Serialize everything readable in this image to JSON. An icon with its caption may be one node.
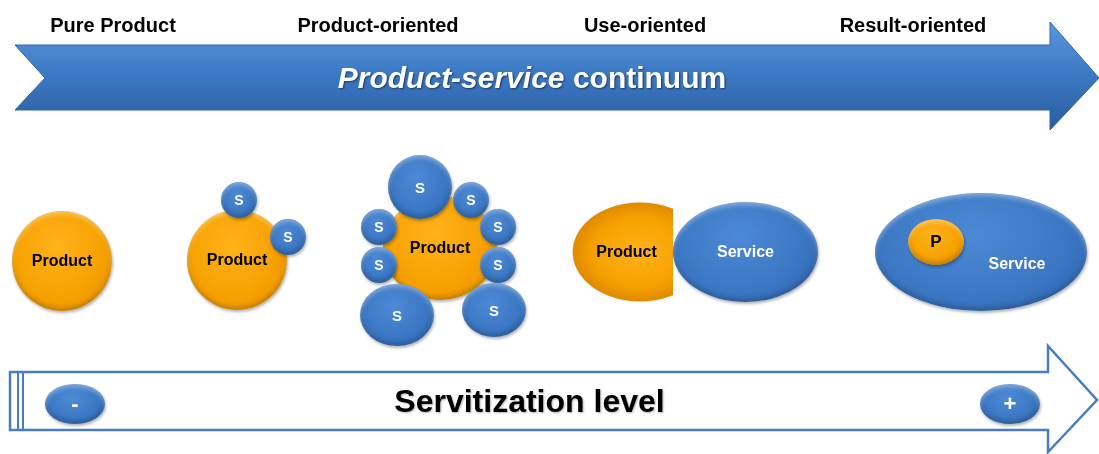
{
  "diagram": {
    "nodes": [
      {
        "text": [
          "*Product-service* continuum"
        ]
      },
      {
        "text": [
          "Product"
        ]
      },
      {
        "text": [
          "Product"
        ]
      },
      {
        "text": [
          "S"
        ]
      },
      {
        "text": [
          "S"
        ]
      },
      {
        "text": [
          "Product"
        ]
      },
      {
        "text": [
          "S"
        ]
      },
      {
        "text": [
          "S"
        ]
      },
      {
        "text": [
          "S"
        ]
      },
      {
        "text": [
          "S"
        ]
      },
      {
        "text": [
          "S"
        ]
      },
      {
        "text": [
          "S"
        ]
      },
      {
        "text": [
          "S"
        ]
      },
      {
        "text": [
          "S"
        ]
      },
      {
        "text": [
          "Product"
        ]
      },
      {
        "text": [
          "Service"
        ]
      },
      {
        "text": [
          "Service"
        ]
      },
      {
        "text": [
          "P"
        ],
        "in": 16
      },
      {
        "text": [
          "Servitization level"
        ]
      },
      {
        "text": [
          "-"
        ],
        "in": 18
      },
      {
        "text": [
          "+"
        ],
        "in": 18
      }
    ],
    "labels": [
      "Pure Product",
      "Product-oriented",
      "Use-oriented",
      "Result-oriented"
    ]
  }
}
